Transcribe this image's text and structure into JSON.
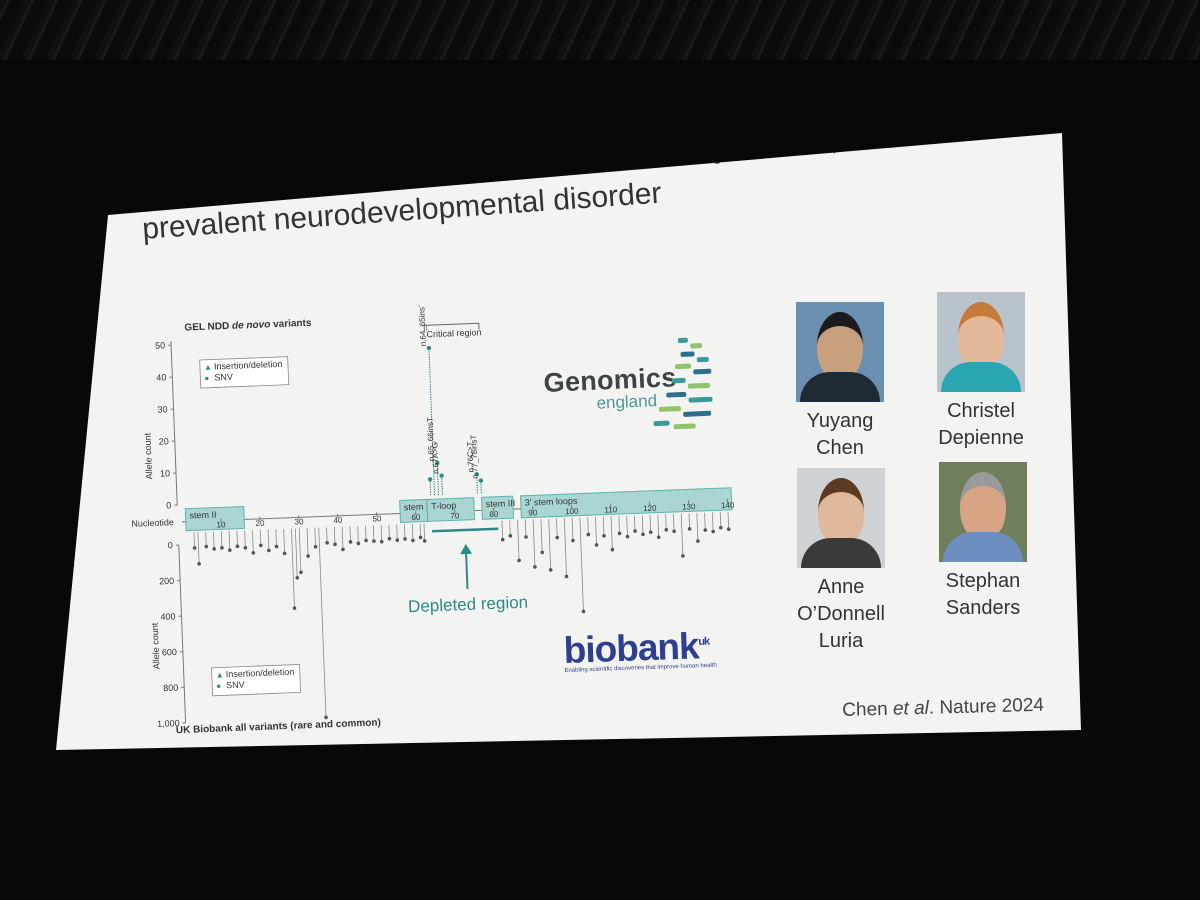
{
  "slide": {
    "title_italic_1": "De novo",
    "title_part_2": " variants in ",
    "title_italic_2": "RNU4-2",
    "title_part_3": " cause ReNU syndrome, a",
    "title_line_2": "prevalent neurodevelopmental disorder",
    "citation_prefix": "Chen ",
    "citation_italic": "et al",
    "citation_suffix": ". Nature 2024"
  },
  "logos": {
    "genomics_main": "Genomics",
    "genomics_sub": "england",
    "biobank_main": "biobank",
    "biobank_sup": "uk",
    "biobank_tagline": "Enabling scientific discoveries that improve human health"
  },
  "people": [
    {
      "line1": "Yuyang",
      "line2": "Chen",
      "line3": "",
      "skin": "#c9a07e",
      "hair": "#1b1b1b",
      "bg": "#6a8fb0",
      "shirt": "#1f2a35"
    },
    {
      "line1": "Christel",
      "line2": "Depienne",
      "line3": "",
      "skin": "#e3b99a",
      "hair": "#c87a3a",
      "bg": "#b9c3cc",
      "shirt": "#2aa6b0"
    },
    {
      "line1": "Anne",
      "line2": "O’Donnell",
      "line3": "Luria",
      "skin": "#e0b89c",
      "hair": "#5a3a22",
      "bg": "#cfd2d4",
      "shirt": "#3a3a3a"
    },
    {
      "line1": "Stephan",
      "line2": "Sanders",
      "line3": "",
      "skin": "#d7a584",
      "hair": "#9a9a9a",
      "bg": "#6f7f5c",
      "shirt": "#6c8fbf"
    }
  ],
  "chart_data": {
    "type": "scatter",
    "top_title_prefix": "GEL NDD ",
    "top_title_italic": "de novo",
    "top_title_suffix": " variants",
    "bottom_title": "UK Biobank all variants (rare and common)",
    "top_ylabel": "Allele count",
    "bottom_ylabel": "Allele count",
    "top_yticks": [
      "0",
      "10",
      "20",
      "30",
      "40",
      "50"
    ],
    "top_ylim": [
      0,
      50
    ],
    "bottom_yticks": [
      "0",
      "200",
      "400",
      "600",
      "800",
      "1,000"
    ],
    "bottom_ylim": [
      0,
      1000
    ],
    "x_axis_label": "Nucleotide",
    "xticks": [
      "10",
      "20",
      "30",
      "40",
      "50",
      "60",
      "70",
      "80",
      "90",
      "100",
      "110",
      "120",
      "130",
      "140"
    ],
    "xlim": [
      0,
      141
    ],
    "legend_top": [
      {
        "symbol": "▲",
        "label": "Insertion/deletion"
      },
      {
        "symbol": "●",
        "label": "SNV"
      }
    ],
    "legend_bottom": [
      {
        "symbol": "▲",
        "label": "Insertion/deletion"
      },
      {
        "symbol": "●",
        "label": "SNV"
      }
    ],
    "critical_region_label": "Critical region",
    "critical_region_range": [
      64,
      78
    ],
    "depleted_region_label": "Depleted region",
    "depleted_region_range": [
      64,
      81
    ],
    "structure_boxes": [
      {
        "label": "stem II",
        "start": 1,
        "end": 16
      },
      {
        "label": "stem I",
        "start": 56,
        "end": 63
      },
      {
        "label": "T-loop",
        "start": 63,
        "end": 75
      },
      {
        "label": "stem III",
        "start": 77,
        "end": 85
      },
      {
        "label": "3’ stem loops",
        "start": 87,
        "end": 141
      }
    ],
    "variant_labels": [
      {
        "text": "n.64_65insT n.65A>G",
        "x": 65,
        "y": 46
      },
      {
        "text": "n.65_66insT",
        "x": 66,
        "y": 10
      },
      {
        "text": "n.67A>G",
        "x": 67,
        "y": 6
      },
      {
        "text": "n.76C>T",
        "x": 76,
        "y": 6
      },
      {
        "text": "n.77_78insT",
        "x": 77,
        "y": 4
      }
    ],
    "top_series": [
      {
        "x": 64,
        "y": 5
      },
      {
        "x": 65,
        "y": 46
      },
      {
        "x": 66,
        "y": 10
      },
      {
        "x": 67,
        "y": 6
      },
      {
        "x": 76,
        "y": 6
      },
      {
        "x": 77,
        "y": 4
      }
    ],
    "bottom_series": [
      {
        "x": 3,
        "y": 20
      },
      {
        "x": 4,
        "y": 110
      },
      {
        "x": 6,
        "y": 15
      },
      {
        "x": 8,
        "y": 30
      },
      {
        "x": 10,
        "y": 25
      },
      {
        "x": 12,
        "y": 40
      },
      {
        "x": 14,
        "y": 20
      },
      {
        "x": 16,
        "y": 30
      },
      {
        "x": 18,
        "y": 60
      },
      {
        "x": 20,
        "y": 20
      },
      {
        "x": 22,
        "y": 50
      },
      {
        "x": 24,
        "y": 30
      },
      {
        "x": 26,
        "y": 70
      },
      {
        "x": 28,
        "y": 380
      },
      {
        "x": 29,
        "y": 210
      },
      {
        "x": 30,
        "y": 180
      },
      {
        "x": 32,
        "y": 90
      },
      {
        "x": 34,
        "y": 40
      },
      {
        "x": 35,
        "y": 1000
      },
      {
        "x": 37,
        "y": 20
      },
      {
        "x": 39,
        "y": 30
      },
      {
        "x": 41,
        "y": 60
      },
      {
        "x": 43,
        "y": 20
      },
      {
        "x": 45,
        "y": 30
      },
      {
        "x": 47,
        "y": 15
      },
      {
        "x": 49,
        "y": 20
      },
      {
        "x": 51,
        "y": 25
      },
      {
        "x": 53,
        "y": 10
      },
      {
        "x": 55,
        "y": 20
      },
      {
        "x": 57,
        "y": 15
      },
      {
        "x": 59,
        "y": 25
      },
      {
        "x": 61,
        "y": 10
      },
      {
        "x": 62,
        "y": 30
      },
      {
        "x": 82,
        "y": 40
      },
      {
        "x": 84,
        "y": 20
      },
      {
        "x": 86,
        "y": 160
      },
      {
        "x": 88,
        "y": 30
      },
      {
        "x": 90,
        "y": 200
      },
      {
        "x": 92,
        "y": 120
      },
      {
        "x": 94,
        "y": 220
      },
      {
        "x": 96,
        "y": 40
      },
      {
        "x": 98,
        "y": 260
      },
      {
        "x": 100,
        "y": 60
      },
      {
        "x": 102,
        "y": 460
      },
      {
        "x": 104,
        "y": 30
      },
      {
        "x": 106,
        "y": 90
      },
      {
        "x": 108,
        "y": 40
      },
      {
        "x": 110,
        "y": 120
      },
      {
        "x": 112,
        "y": 30
      },
      {
        "x": 114,
        "y": 50
      },
      {
        "x": 116,
        "y": 20
      },
      {
        "x": 118,
        "y": 40
      },
      {
        "x": 120,
        "y": 30
      },
      {
        "x": 122,
        "y": 60
      },
      {
        "x": 124,
        "y": 20
      },
      {
        "x": 126,
        "y": 30
      },
      {
        "x": 128,
        "y": 170
      },
      {
        "x": 130,
        "y": 20
      },
      {
        "x": 132,
        "y": 90
      },
      {
        "x": 134,
        "y": 30
      },
      {
        "x": 136,
        "y": 40
      },
      {
        "x": 138,
        "y": 20
      },
      {
        "x": 140,
        "y": 30
      }
    ],
    "colors": {
      "accent": "#2b8a86",
      "box_fill": "#a9d6d2",
      "box_stroke": "#5fb3ad",
      "ink": "#333333",
      "points": "#555555"
    }
  }
}
